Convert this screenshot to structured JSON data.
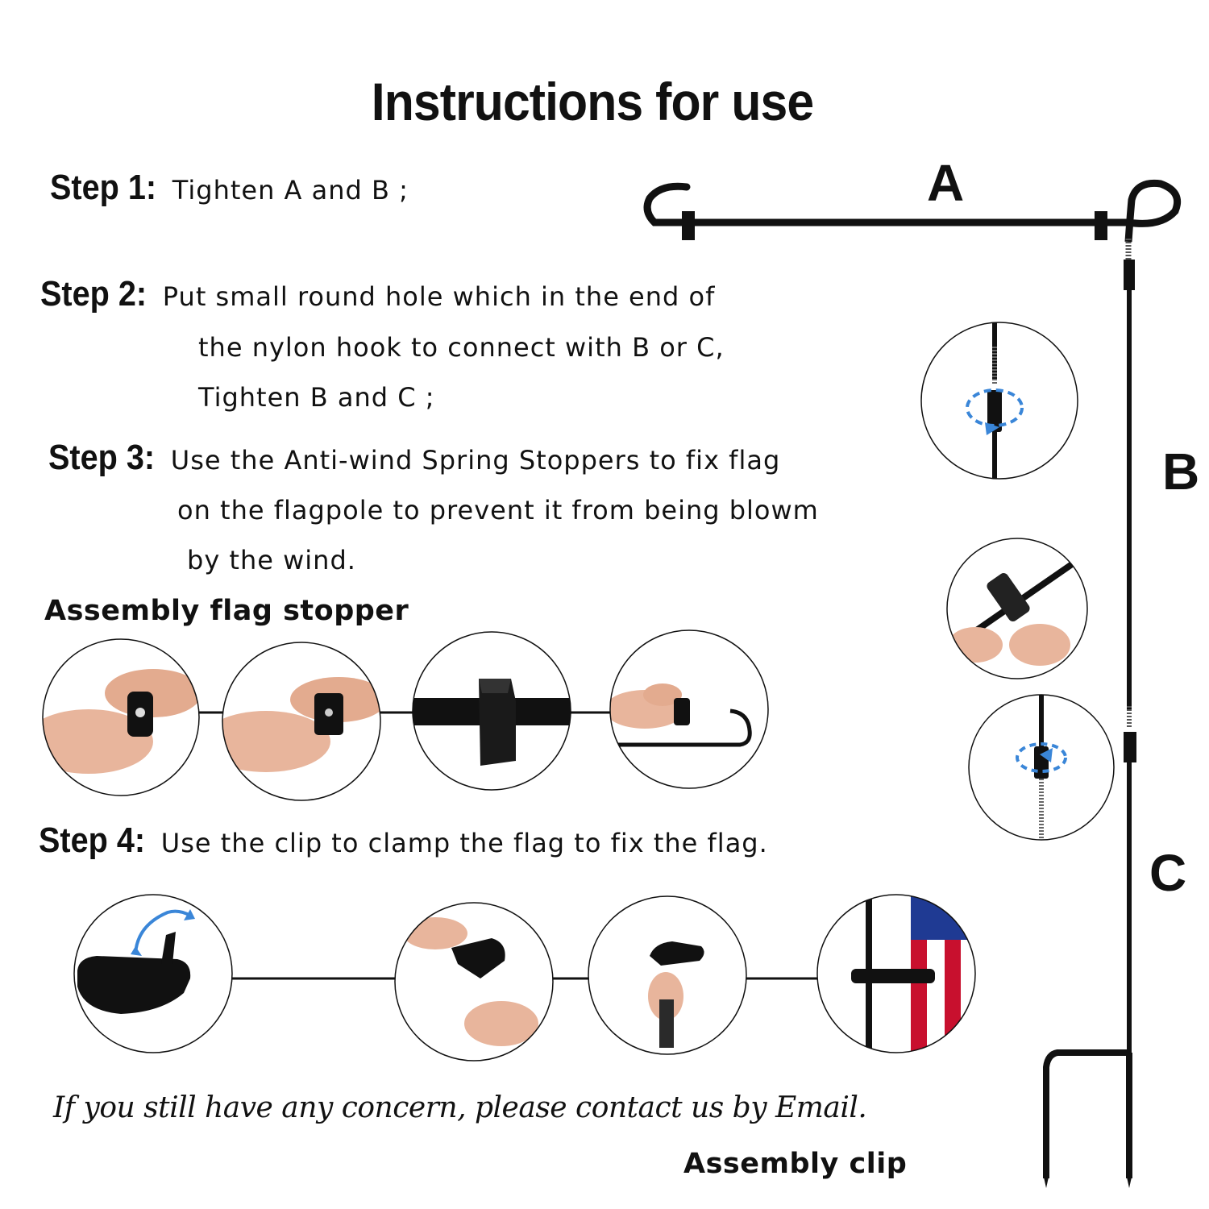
{
  "title": "Instructions for use",
  "steps": [
    {
      "label": "Step 1:",
      "lines": [
        "Tighten A and B ;"
      ]
    },
    {
      "label": "Step 2:",
      "lines": [
        "Put small round hole which in the end of",
        "the nylon hook to connect with B or C,",
        "Tighten B and C ;"
      ]
    },
    {
      "label": "Step 3:",
      "lines": [
        "Use the Anti-wind Spring Stoppers to fix flag",
        "on the flagpole to prevent it from being blowm",
        "by the wind."
      ]
    },
    {
      "label": "Step 4:",
      "lines": [
        "Use the clip to clamp the flag to fix the flag."
      ]
    }
  ],
  "headings": {
    "stopper": "Assembly flag stopper",
    "clip": "Assembly clip"
  },
  "footer_note": "If you still have any concern, please contact us by Email.",
  "part_labels": {
    "a": "A",
    "b": "B",
    "c": "C"
  },
  "colors": {
    "pole": "#111111",
    "accent_arrow": "#3a86d8",
    "skin": "#e8b59c",
    "flag_red": "#c8102e",
    "flag_blue": "#1f3a93"
  },
  "icons": [
    "stopper-photo",
    "pole-joint-photo",
    "clip-photo",
    "flag-photo"
  ]
}
